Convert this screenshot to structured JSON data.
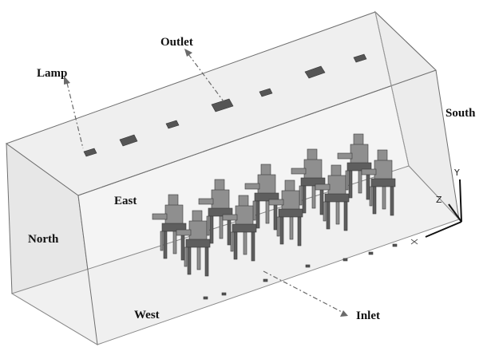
{
  "labels": {
    "outlet": "Outlet",
    "lamp": "Lamp",
    "south": "South",
    "east": "East",
    "north": "North",
    "west": "West",
    "inlet": "Inlet"
  },
  "axes": {
    "y": "Y",
    "z": "Z"
  },
  "colors": {
    "wall": "#e9e9e9",
    "edge": "#7a7a7a",
    "seat": "#8f8f8f",
    "seat_dark": "#5e5e5e",
    "fixture": "#555555",
    "leader": "#6a6a6a"
  }
}
